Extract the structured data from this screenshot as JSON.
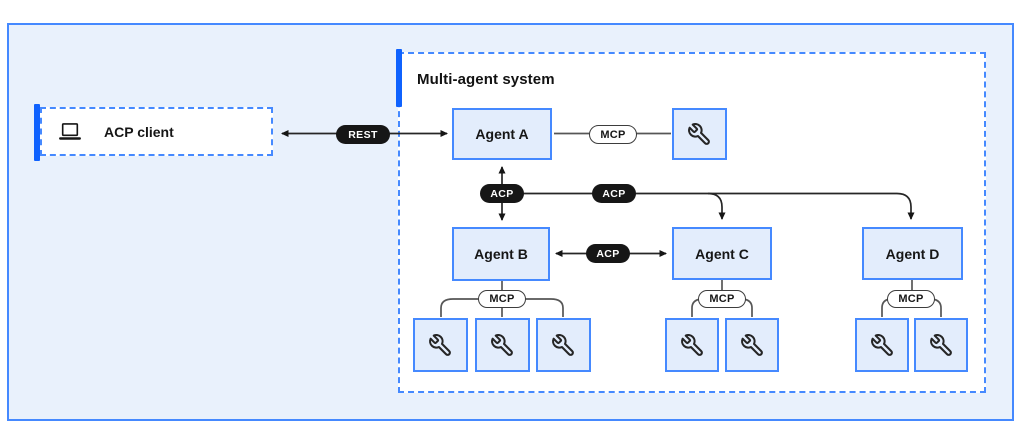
{
  "diagram": {
    "system_title": "Multi-agent system",
    "client": {
      "label": "ACP client",
      "icon": "laptop-icon"
    },
    "agents": [
      {
        "id": "agent-a",
        "label": "Agent A",
        "tool_count": 1
      },
      {
        "id": "agent-b",
        "label": "Agent B",
        "tool_count": 3
      },
      {
        "id": "agent-c",
        "label": "Agent C",
        "tool_count": 2
      },
      {
        "id": "agent-d",
        "label": "Agent D",
        "tool_count": 2
      }
    ],
    "protocols": {
      "rest": "REST",
      "acp": "ACP",
      "mcp": "MCP"
    },
    "tool_icon": "wrench-icon",
    "connections": [
      {
        "from": "acp-client",
        "to": "agent-a",
        "label": "REST",
        "bidirectional": true
      },
      {
        "from": "agent-a",
        "to": "agent-b",
        "label": "ACP",
        "bidirectional": true
      },
      {
        "from": "agent-a",
        "to": "agent-c",
        "label": "ACP",
        "bidirectional": false
      },
      {
        "from": "agent-a",
        "to": "agent-d",
        "label": "ACP",
        "bidirectional": false
      },
      {
        "from": "agent-b",
        "to": "agent-c",
        "label": "ACP",
        "bidirectional": true
      },
      {
        "from": "agent-a",
        "to": "tool",
        "label": "MCP",
        "bidirectional": false
      },
      {
        "from": "agent-b",
        "to": "tools",
        "label": "MCP",
        "bidirectional": false
      },
      {
        "from": "agent-c",
        "to": "tools",
        "label": "MCP",
        "bidirectional": false
      },
      {
        "from": "agent-d",
        "to": "tools",
        "label": "MCP",
        "bidirectional": false
      }
    ]
  },
  "colors": {
    "accent_blue": "#0f62fe",
    "border_blue": "#4589ff",
    "container_fill": "#e9f1fc",
    "node_fill": "#e3edfc",
    "pill_dark": "#161616",
    "line_dark": "#262626",
    "line_gray": "#565656"
  }
}
